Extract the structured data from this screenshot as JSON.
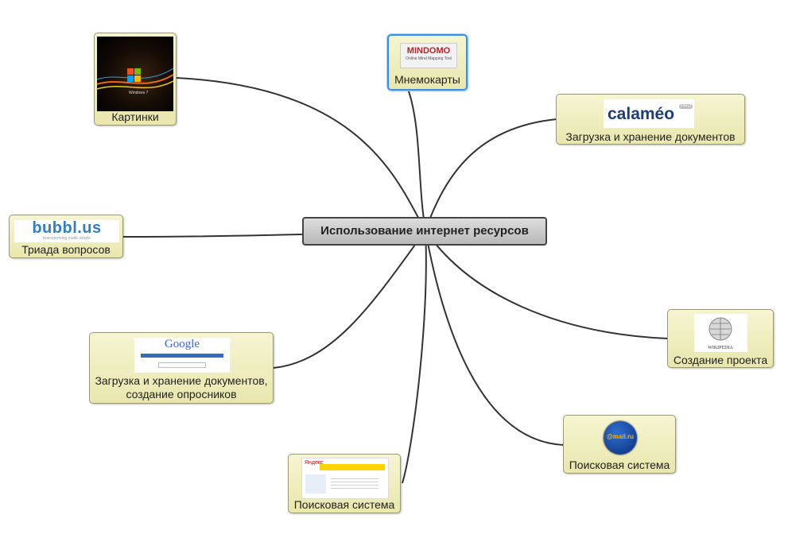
{
  "central": {
    "label": "Использование интернет ресурсов"
  },
  "nodes": {
    "kartinki": {
      "label": "Картинки",
      "thumb": {
        "brand": "Windows 7"
      }
    },
    "mindomo": {
      "label": "Мнемокарты",
      "thumb": {
        "brand": "MINDOMO",
        "tagline": "Online Mind Mapping Tool"
      }
    },
    "calameo": {
      "label": "Загрузка и хранение документов",
      "thumb": {
        "brand": "calaméo",
        "badge": "PRO"
      }
    },
    "bubbl": {
      "label": "Триада вопросов",
      "thumb": {
        "brand": "bubbl.us",
        "tagline": "brainstorming made simple"
      }
    },
    "google": {
      "label_line1": "Загрузка и хранение документов,",
      "label_line2": "создание опросников",
      "thumb": {
        "brand": "Google"
      }
    },
    "wikipedia": {
      "label": "Создание проекта",
      "thumb": {
        "brand": "WIKIPEDIA"
      }
    },
    "mail": {
      "label": "Поисковая система",
      "thumb": {
        "brand": "@mail.ru"
      }
    },
    "yandex": {
      "label": "Поисковая система",
      "thumb": {
        "brand": "Яндекс"
      }
    }
  },
  "colors": {
    "connector": "#333333",
    "node_fill": "#f0efc0",
    "central_fill": "#c8c8c8",
    "selection": "#3a8fe0"
  }
}
